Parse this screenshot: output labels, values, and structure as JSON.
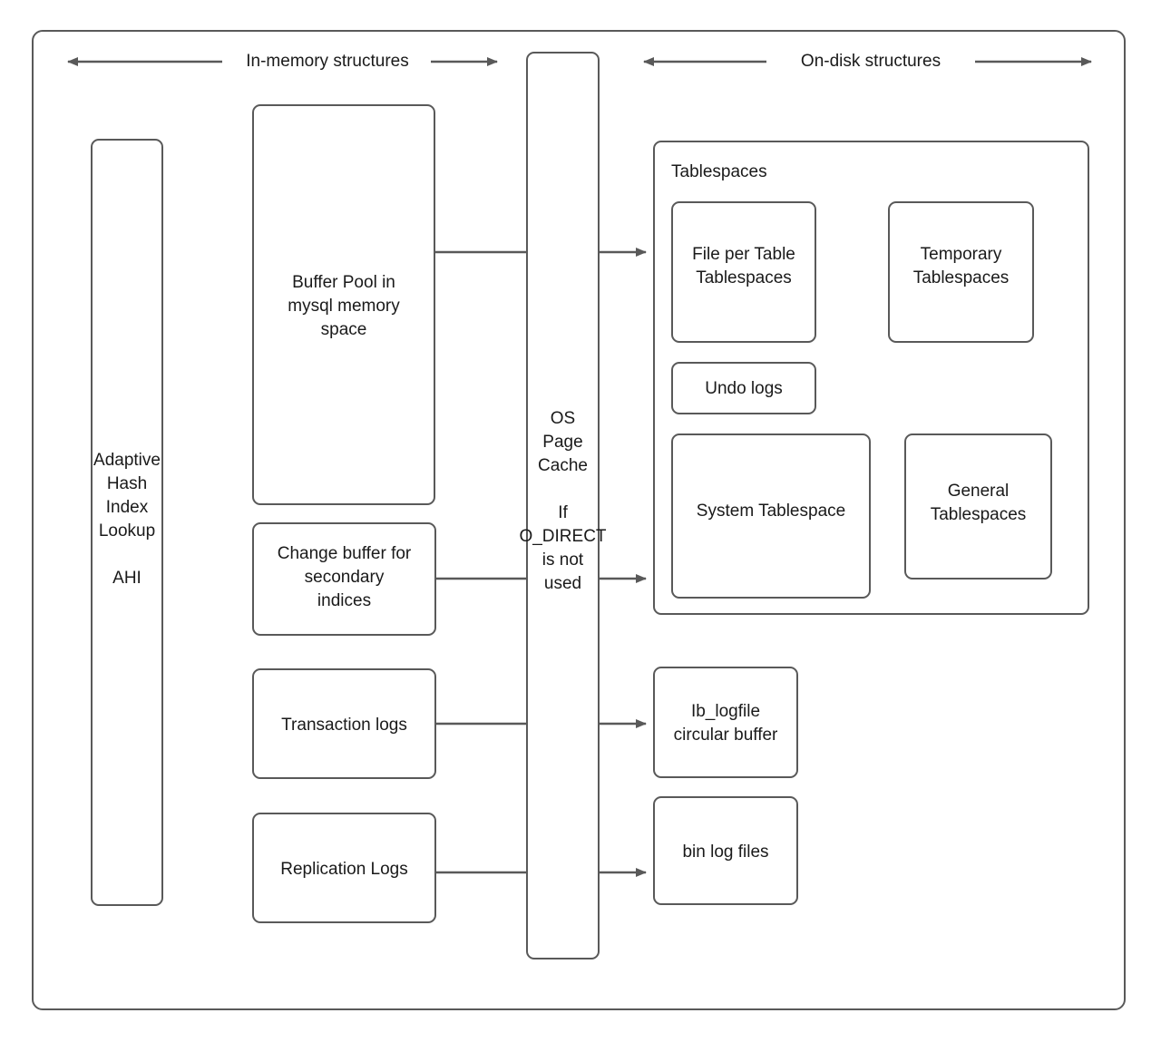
{
  "diagram": {
    "title_left": "In-memory structures",
    "title_right": "On-disk structures",
    "stroke_color": "#595959",
    "text_color": "#1a1a1a",
    "background": "#ffffff"
  },
  "in_memory": {
    "ahi": "Adaptive\nHash\nIndex\nLookup\n\nAHI",
    "buffer_pool": "Buffer Pool in\nmysql memory\nspace",
    "change_buffer": "Change buffer for\nsecondary\nindices",
    "transaction_logs": "Transaction logs",
    "replication_logs": "Replication Logs"
  },
  "os_layer": {
    "page_cache": "OS\nPage\nCache\n\nIf\nO_DIRECT\nis not\nused"
  },
  "on_disk": {
    "tablespaces_title": "Tablespaces",
    "file_per_table": "File per Table\nTablespaces",
    "temporary_tablespaces": "Temporary\nTablespaces",
    "undo_logs": "Undo logs",
    "system_tablespace": "System Tablespace",
    "general_tablespaces": "General\nTablespaces",
    "ib_logfile": "Ib_logfile\ncircular buffer",
    "bin_log_files": "bin log files"
  }
}
